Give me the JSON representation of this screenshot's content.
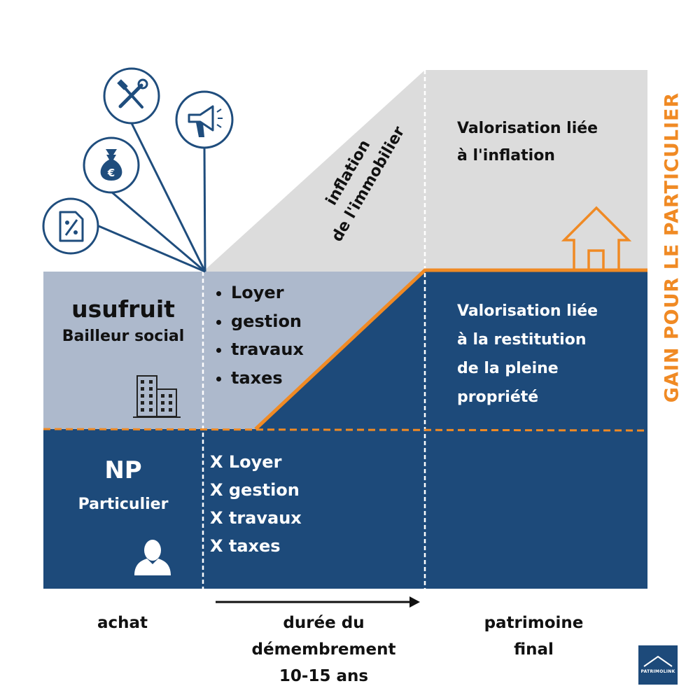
{
  "usufruit": {
    "title": "usufruit",
    "subtitle": "Bailleur social"
  },
  "nue_propriete": {
    "title": "NP",
    "subtitle": "Particulier"
  },
  "charges": [
    "Loyer",
    "gestion",
    "travaux",
    "taxes"
  ],
  "x_charges": [
    "X Loyer",
    "X gestion",
    "X travaux",
    "X taxes"
  ],
  "inflation_label": [
    "inflation",
    "de l'immobilier"
  ],
  "valorisation_inflation": [
    "Valorisation liée",
    "à l'inflation"
  ],
  "valorisation_restitution": [
    "Valorisation liée",
    "à la restitution",
    "de la pleine",
    "propriété"
  ],
  "gain_label": "GAIN POUR LE PARTICULIER",
  "bottom": {
    "achat": "achat",
    "duree": [
      "durée du",
      "démembrement",
      "10-15 ans"
    ],
    "patrimoine": [
      "patrimoine",
      "final"
    ]
  },
  "icons": [
    "percent-document-icon",
    "money-bag-euro-icon",
    "tools-icon",
    "megaphone-icon",
    "building-icon",
    "person-icon",
    "house-icon"
  ],
  "logo_text": "PATRIMOLINK",
  "colors": {
    "navy": "#1d4a7a",
    "light_blue": "#adb9cc",
    "gray": "#dcdcdc",
    "orange": "#f08a24",
    "icon_blue": "#1f4d7d"
  }
}
